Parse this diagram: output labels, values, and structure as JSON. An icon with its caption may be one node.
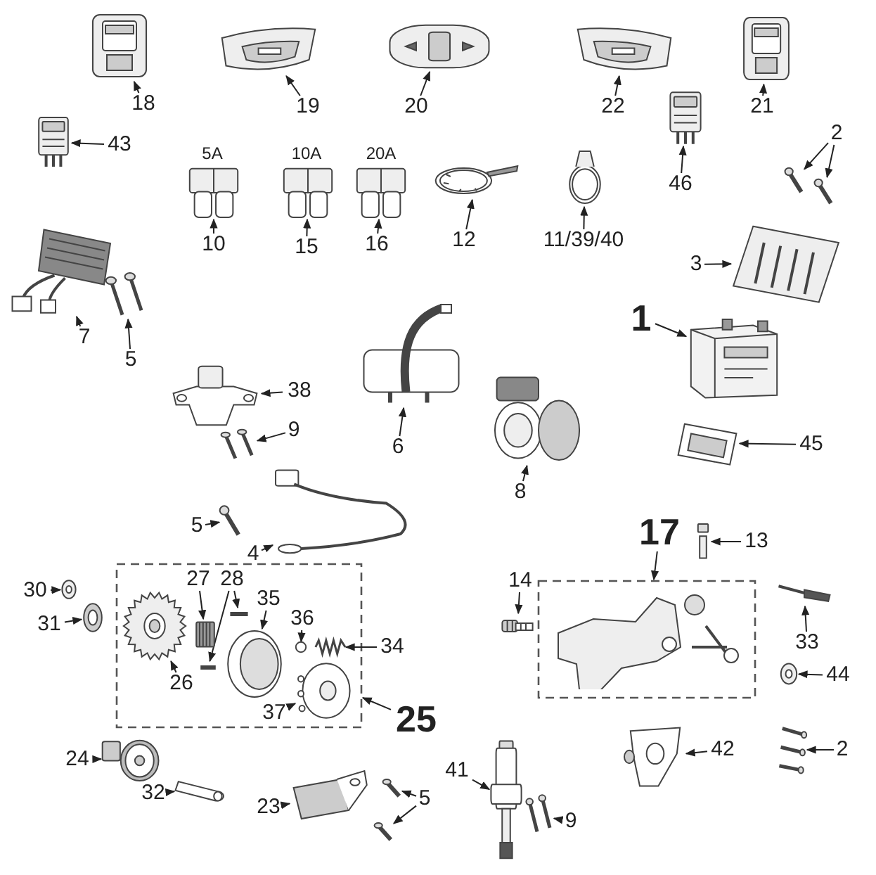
{
  "diagram": {
    "nodes": [
      {
        "text": [
          "18"
        ]
      },
      {
        "text": [],
        "shape": "picture"
      },
      {
        "text": [
          "19"
        ]
      },
      {
        "text": [],
        "shape": "picture"
      },
      {
        "text": [
          "20"
        ]
      },
      {
        "text": [],
        "shape": "picture"
      },
      {
        "text": [
          "22"
        ]
      },
      {
        "text": [],
        "shape": "picture"
      },
      {
        "text": [
          "21"
        ]
      },
      {
        "text": [],
        "shape": "picture"
      },
      {
        "text": [
          "43"
        ]
      },
      {
        "text": [],
        "shape": "picture"
      },
      {
        "text": [
          "10"
        ]
      },
      {
        "text": [],
        "shape": "picture"
      },
      {
        "text": [
          "15"
        ]
      },
      {
        "text": [],
        "shape": "picture"
      },
      {
        "text": [
          "16"
        ]
      },
      {
        "text": [],
        "shape": "picture"
      },
      {
        "text": [
          "12"
        ]
      },
      {
        "text": [],
        "shape": "picture"
      },
      {
        "text": [
          "11/39/40"
        ]
      },
      {
        "text": [],
        "shape": "picture"
      },
      {
        "text": [
          "46"
        ]
      },
      {
        "text": [],
        "shape": "picture"
      },
      {
        "text": [
          "2"
        ]
      },
      {
        "text": [],
        "shape": "picture"
      },
      {
        "text": [],
        "shape": "picture"
      },
      {
        "text": [
          "3"
        ]
      },
      {
        "text": [],
        "shape": "picture"
      },
      {
        "text": [
          "7"
        ]
      },
      {
        "text": [],
        "shape": "picture"
      },
      {
        "text": [
          "5"
        ]
      },
      {
        "text": [],
        "shape": "picture"
      },
      {
        "text": [
          "38"
        ]
      },
      {
        "text": [],
        "shape": "picture"
      },
      {
        "text": [
          "9"
        ]
      },
      {
        "text": [],
        "shape": "picture"
      },
      {
        "text": [
          "6"
        ]
      },
      {
        "text": [],
        "shape": "picture"
      },
      {
        "text": [
          "1"
        ]
      },
      {
        "text": [],
        "shape": "picture"
      },
      {
        "text": [
          "8"
        ]
      },
      {
        "text": [],
        "shape": "picture"
      },
      {
        "text": [
          "45"
        ]
      },
      {
        "text": [],
        "shape": "picture"
      },
      {
        "text": [
          "5"
        ]
      },
      {
        "text": [],
        "shape": "picture"
      },
      {
        "text": [
          "4"
        ]
      },
      {
        "text": [],
        "shape": "picture"
      },
      {
        "text": [
          "17"
        ]
      },
      {
        "text": [],
        "shape": "box"
      },
      {
        "text": [
          "13"
        ]
      },
      {
        "text": [],
        "shape": "picture"
      },
      {
        "text": [
          "14"
        ]
      },
      {
        "text": [],
        "shape": "picture"
      },
      {
        "text": [
          "33"
        ]
      },
      {
        "text": [],
        "shape": "picture"
      },
      {
        "text": [
          "44"
        ]
      },
      {
        "text": [],
        "shape": "picture"
      },
      {
        "text": [
          "30"
        ]
      },
      {
        "text": [],
        "shape": "picture"
      },
      {
        "text": [
          "31"
        ]
      },
      {
        "text": [],
        "shape": "picture"
      },
      {
        "text": [
          "25"
        ]
      },
      {
        "text": [],
        "shape": "box"
      },
      {
        "text": [
          "26"
        ],
        "in": 64
      },
      {
        "text": [],
        "shape": "picture",
        "in": 64
      },
      {
        "text": [
          "27"
        ],
        "in": 64
      },
      {
        "text": [],
        "shape": "picture",
        "in": 64
      },
      {
        "text": [
          "28"
        ],
        "in": 64
      },
      {
        "text": [],
        "shape": "picture",
        "in": 64
      },
      {
        "text": [],
        "shape": "picture",
        "in": 64
      },
      {
        "text": [
          "35"
        ],
        "in": 64
      },
      {
        "text": [],
        "shape": "picture",
        "in": 64
      },
      {
        "text": [
          "36"
        ],
        "in": 64
      },
      {
        "text": [],
        "shape": "circle",
        "in": 64
      },
      {
        "text": [
          "34"
        ]
      },
      {
        "text": [],
        "shape": "picture",
        "in": 64
      },
      {
        "text": [
          "37"
        ],
        "in": 64
      },
      {
        "text": [],
        "shape": "picture",
        "in": 64
      },
      {
        "text": [
          "24"
        ]
      },
      {
        "text": [],
        "shape": "picture"
      },
      {
        "text": [
          "32"
        ]
      },
      {
        "text": [],
        "shape": "picture"
      },
      {
        "text": [
          "23"
        ]
      },
      {
        "text": [],
        "shape": "picture"
      },
      {
        "text": [
          "5"
        ]
      },
      {
        "text": [],
        "shape": "picture"
      },
      {
        "text": [],
        "shape": "picture"
      },
      {
        "text": [
          "41"
        ]
      },
      {
        "text": [],
        "shape": "picture"
      },
      {
        "text": [
          "9"
        ]
      },
      {
        "text": [],
        "shape": "picture"
      },
      {
        "text": [
          "42"
        ]
      },
      {
        "text": [],
        "shape": "picture"
      },
      {
        "text": [
          "2"
        ]
      },
      {
        "text": [],
        "shape": "picture"
      }
    ],
    "edges": [
      {
        "from": 0,
        "to": 1,
        "arrow": "to"
      },
      {
        "from": 2,
        "to": 3,
        "arrow": "to"
      },
      {
        "from": 4,
        "to": 5,
        "arrow": "to"
      },
      {
        "from": 6,
        "to": 7,
        "arrow": "to"
      },
      {
        "from": 8,
        "to": 9,
        "arrow": "to"
      },
      {
        "from": 10,
        "to": 11,
        "arrow": "to"
      },
      {
        "from": 12,
        "to": 13,
        "arrow": "to"
      },
      {
        "from": 14,
        "to": 15,
        "arrow": "to"
      },
      {
        "from": 16,
        "to": 17,
        "arrow": "to"
      },
      {
        "from": 18,
        "to": 19,
        "arrow": "to"
      },
      {
        "from": 20,
        "to": 21,
        "arrow": "to"
      },
      {
        "from": 22,
        "to": 23,
        "arrow": "to"
      },
      {
        "from": 24,
        "to": 25,
        "arrow": "to"
      },
      {
        "from": 24,
        "to": 26,
        "arrow": "to"
      },
      {
        "from": 27,
        "to": 28,
        "arrow": "to"
      },
      {
        "from": 29,
        "to": 30,
        "arrow": "to"
      },
      {
        "from": 31,
        "to": 32,
        "arrow": "to"
      },
      {
        "from": 33,
        "to": 34,
        "arrow": "to"
      },
      {
        "from": 35,
        "to": 36,
        "arrow": "to"
      },
      {
        "from": 37,
        "to": 38,
        "arrow": "to"
      },
      {
        "from": 39,
        "to": 40,
        "arrow": "to"
      },
      {
        "from": 41,
        "to": 42,
        "arrow": "to"
      },
      {
        "from": 43,
        "to": 44,
        "arrow": "to"
      },
      {
        "from": 45,
        "to": 46,
        "arrow": "to"
      },
      {
        "from": 47,
        "to": 48,
        "arrow": "to"
      },
      {
        "from": 49,
        "to": 50,
        "arrow": "to"
      },
      {
        "from": 51,
        "to": 52,
        "arrow": "to"
      },
      {
        "from": 53,
        "to": 54,
        "arrow": "to"
      },
      {
        "from": 55,
        "to": 56,
        "arrow": "to"
      },
      {
        "from": 57,
        "to": 58,
        "arrow": "to"
      },
      {
        "from": 59,
        "to": 60,
        "arrow": "to"
      },
      {
        "from": 61,
        "to": 62,
        "arrow": "to"
      },
      {
        "from": 63,
        "to": 64,
        "arrow": "to"
      },
      {
        "from": 65,
        "to": 66,
        "arrow": "to"
      },
      {
        "from": 67,
        "to": 68,
        "arrow": "to"
      },
      {
        "from": 69,
        "to": 70,
        "arrow": "to"
      },
      {
        "from": 69,
        "to": 71,
        "arrow": "to"
      },
      {
        "from": 72,
        "to": 73,
        "arrow": "to"
      },
      {
        "from": 74,
        "to": 75,
        "arrow": "to"
      },
      {
        "from": 76,
        "to": 77,
        "arrow": "to"
      },
      {
        "from": 78,
        "to": 79,
        "arrow": "to"
      },
      {
        "from": 80,
        "to": 81,
        "arrow": "to"
      },
      {
        "from": 82,
        "to": 83,
        "arrow": "to"
      },
      {
        "from": 84,
        "to": 85,
        "arrow": "to"
      },
      {
        "from": 86,
        "to": 87,
        "arrow": "to"
      },
      {
        "from": 86,
        "to": 88,
        "arrow": "to"
      },
      {
        "from": 89,
        "to": 90,
        "arrow": "to"
      },
      {
        "from": 91,
        "to": 92,
        "arrow": "to"
      },
      {
        "from": 93,
        "to": 94,
        "arrow": "to"
      },
      {
        "from": 95,
        "to": 96,
        "arrow": "to"
      }
    ],
    "labels": [
      "5A",
      "10A",
      "20A"
    ]
  }
}
